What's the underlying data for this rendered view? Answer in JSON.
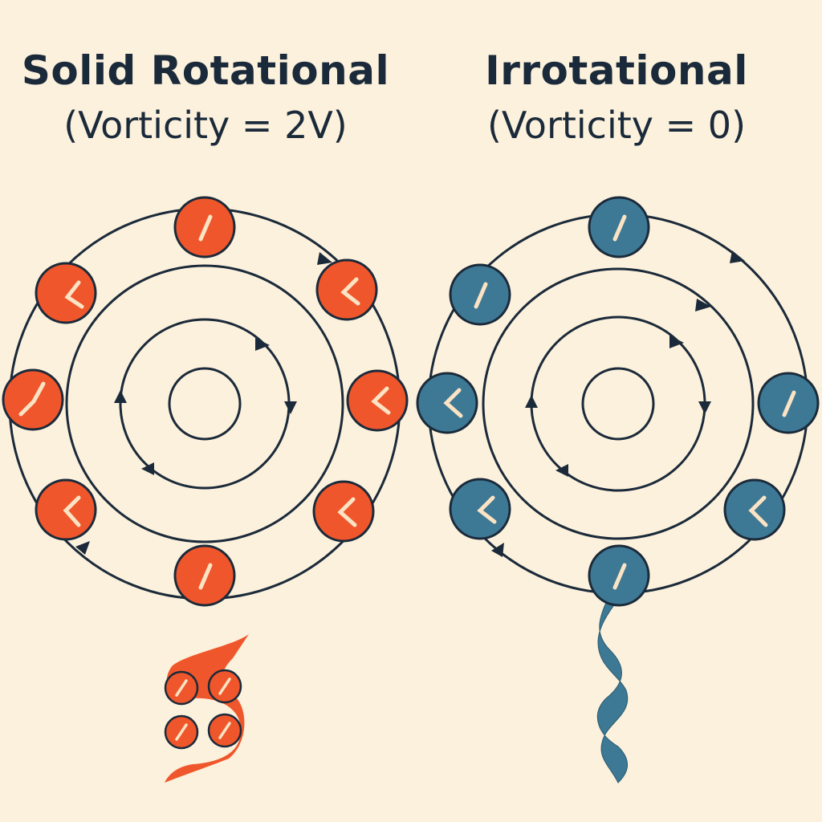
{
  "left_panel": {
    "title": "Solid Rotational",
    "subtitle": "(Vorticity = 2V)",
    "fill_color": "#f0562b"
  },
  "right_panel": {
    "title": "Irrotational",
    "subtitle": "(Vorticity = 0)",
    "fill_color": "#3d7894"
  },
  "colors": {
    "background": "#fcf1dc",
    "line": "#1b2a3a",
    "mark": "#fbe3c4"
  }
}
